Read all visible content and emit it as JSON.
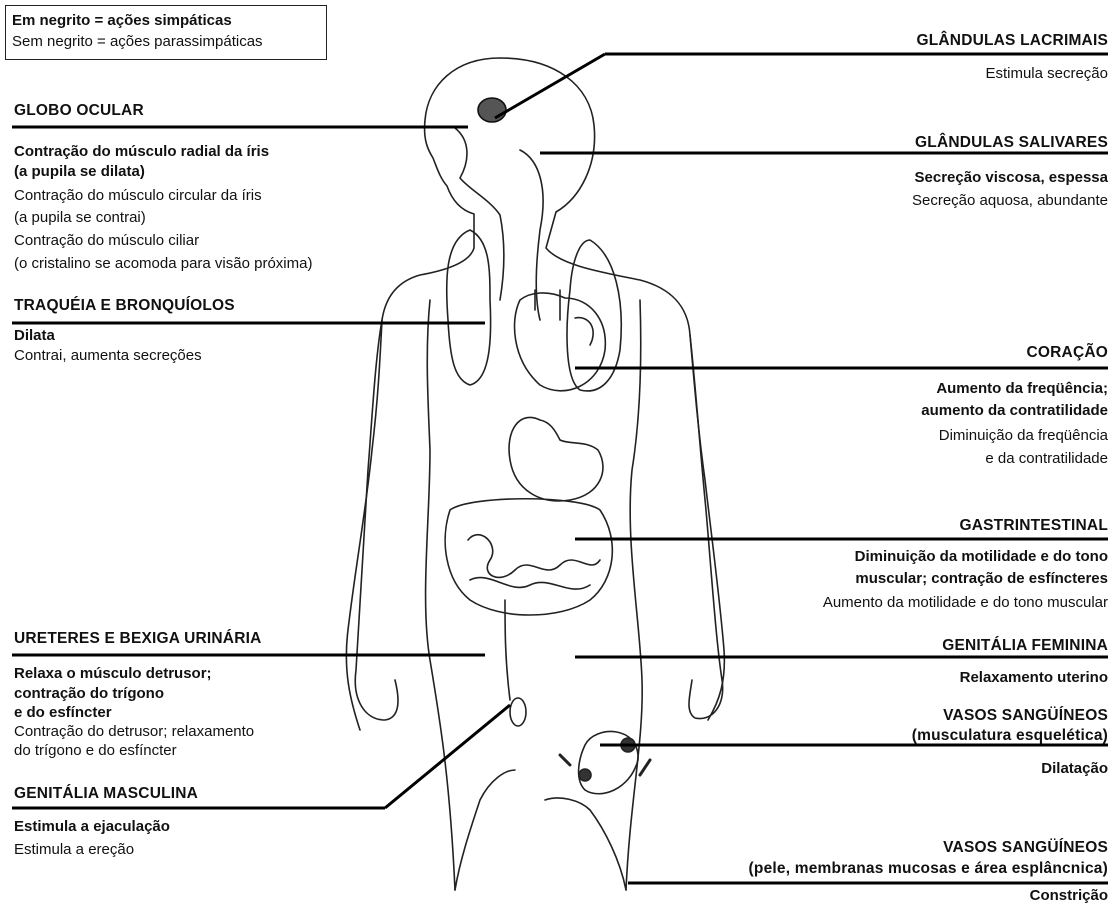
{
  "legend": {
    "bold": "Em negrito = ações simpáticas",
    "plain": "Sem negrito = ações parassimpáticas"
  },
  "left": {
    "globo_ocular": {
      "title": "GLOBO OCULAR",
      "sym1": "Contração do músculo radial da íris",
      "sym2": "(a pupila se dilata)",
      "para1": "Contração do músculo circular da íris",
      "para2": "(a pupila se contrai)",
      "para3": "Contração do músculo ciliar",
      "para4": "(o cristalino se acomoda para visão próxima)"
    },
    "traqueia": {
      "title": "TRAQUÉIA E BRONQUÍOLOS",
      "sym": "Dilata",
      "para": "Contrai, aumenta secreções"
    },
    "ureteres": {
      "title": "URETERES E BEXIGA URINÁRIA",
      "sym1": "Relaxa o músculo detrusor;",
      "sym2": "contração do trígono",
      "sym3": "e do esfíncter",
      "para1": "Contração do detrusor; relaxamento",
      "para2": "do trígono e do esfíncter"
    },
    "genitalia_masc": {
      "title": "GENITÁLIA MASCULINA",
      "sym": "Estimula a ejaculação",
      "para": "Estimula a ereção"
    }
  },
  "right": {
    "lacrimais": {
      "title": "GLÂNDULAS LACRIMAIS",
      "para": "Estimula secreção"
    },
    "salivares": {
      "title": "GLÂNDULAS SALIVARES",
      "sym": "Secreção viscosa, espessa",
      "para": "Secreção aquosa, abundante"
    },
    "coracao": {
      "title": "CORAÇÃO",
      "sym1": "Aumento da freqüência;",
      "sym2": "aumento da contratilidade",
      "para1": "Diminuição da freqüência",
      "para2": "e da contratilidade"
    },
    "gastro": {
      "title": "GASTRINTESTINAL",
      "sym1": "Diminuição da motilidade e do tono",
      "sym2": "muscular; contração de esfíncteres",
      "para": "Aumento da motilidade e do tono muscular"
    },
    "genitalia_fem": {
      "title": "GENITÁLIA FEMININA",
      "sym": "Relaxamento uterino"
    },
    "vasos_musc": {
      "title1": "VASOS SANGÜÍNEOS",
      "title2": "(musculatura esquelética)",
      "sym": "Dilatação"
    },
    "vasos_pele": {
      "title1": "VASOS SANGÜÍNEOS",
      "title2": "(pele, membranas mucosas e área esplâncnica)",
      "sym": "Constrição"
    }
  }
}
